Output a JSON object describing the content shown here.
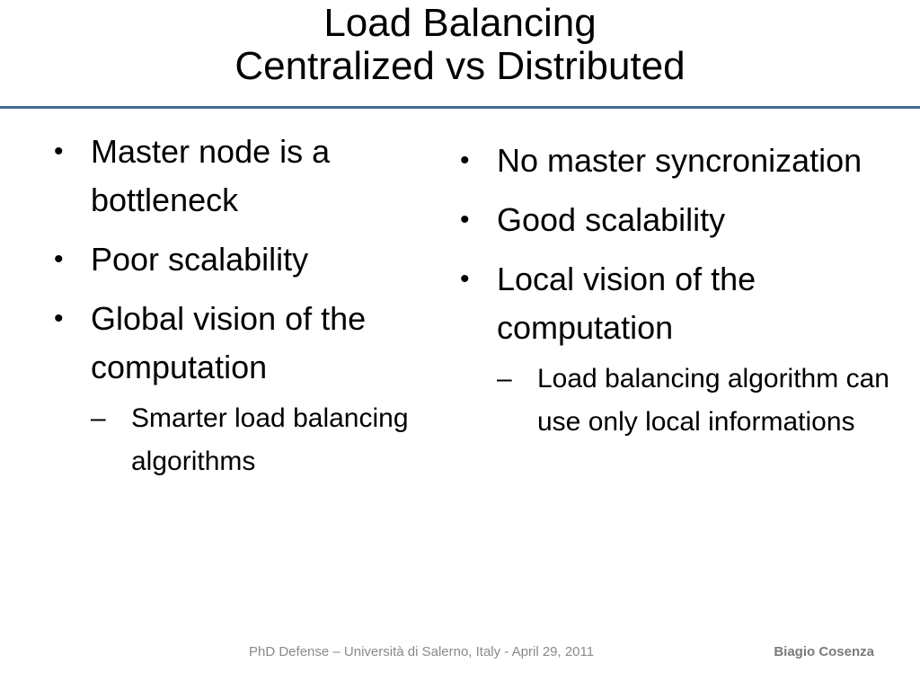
{
  "slide": {
    "title_line1": "Load Balancing",
    "title_line2": "Centralized vs Distributed"
  },
  "left_column": {
    "bullets": [
      {
        "text": "Master node is a bottleneck"
      },
      {
        "text": "Poor scalability"
      },
      {
        "text": "Global vision of the computation",
        "sub": [
          "Smarter load balancing algorithms"
        ]
      }
    ]
  },
  "right_column": {
    "bullets": [
      {
        "text": "No master syncronization"
      },
      {
        "text": "Good scalability"
      },
      {
        "text": "Local vision of the computation",
        "sub": [
          "Load balancing algorithm can use only local informations"
        ]
      }
    ]
  },
  "glyphs": {
    "bullet": "•",
    "dash": "–"
  },
  "footer": {
    "event": "PhD Defense – Università di Salerno, Italy - April 29, 2011",
    "author": "Biagio Cosenza"
  },
  "colors": {
    "rule": "#3d6a93",
    "footer_text": "#8a8a8a"
  }
}
